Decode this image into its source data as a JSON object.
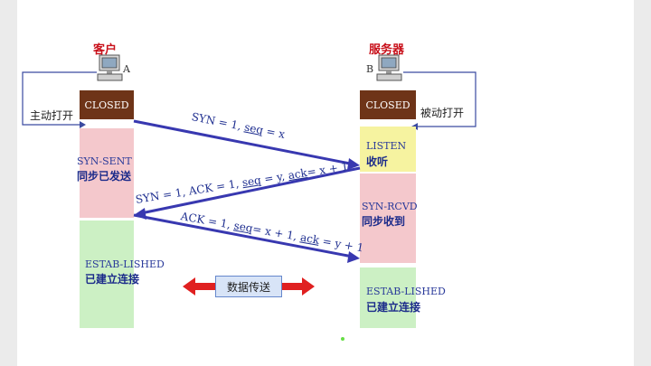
{
  "client": {
    "title": "客户",
    "host": "A",
    "closed": "CLOSED",
    "open_label": "主动打开",
    "states": [
      {
        "en": "SYN-SENT",
        "zh": "同步已发送"
      },
      {
        "en": "ESTAB-LISHED",
        "zh": "已建立连接"
      }
    ]
  },
  "server": {
    "title": "服务器",
    "host": "B",
    "closed": "CLOSED",
    "open_label": "被动打开",
    "states": [
      {
        "en": "LISTEN",
        "zh": "收听"
      },
      {
        "en": "SYN-RCVD",
        "zh": "同步收到"
      },
      {
        "en": "ESTAB-LISHED",
        "zh": "已建立连接"
      }
    ]
  },
  "messages": [
    {
      "pre": "SYN = 1, ",
      "u1": "seq",
      "mid": " = x",
      "u2": "",
      "post": ""
    },
    {
      "pre": "SYN = 1, ACK = 1, ",
      "u1": "seq",
      "mid": " = y, ",
      "u2": "ack",
      "post": "= x + 1"
    },
    {
      "pre": "ACK = 1, ",
      "u1": "seq",
      "mid": "= x + 1, ",
      "u2": "ack",
      "post": " = y + 1"
    }
  ],
  "transfer_label": "数据传送",
  "colors": {
    "closed": "#6e3418",
    "syn_sent": "#f4c8cc",
    "listen": "#f6f3a0",
    "syn_rcvd": "#f4c8cc",
    "established": "#ccf0c4",
    "arrow": "#3838b0",
    "transfer_arrow": "#e02020"
  }
}
